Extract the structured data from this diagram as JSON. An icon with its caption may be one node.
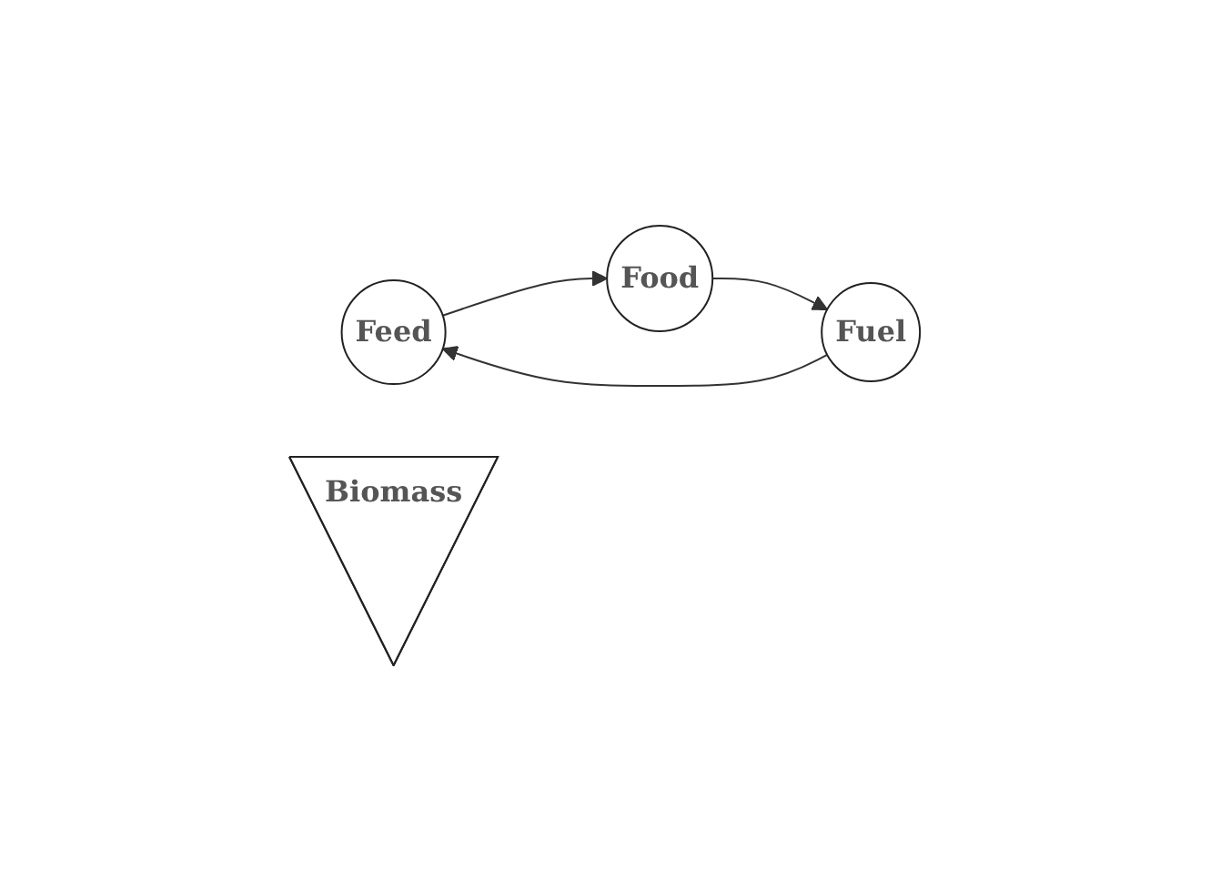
{
  "diagram": {
    "nodes": [
      {
        "text": [
          "Feed"
        ]
      },
      {
        "text": [
          "Food"
        ]
      },
      {
        "text": [
          "Biomass"
        ]
      },
      {
        "text": [
          "Fuel"
        ]
      }
    ],
    "edges": [
      {
        "from": 0,
        "to": 1,
        "arrow": "to"
      },
      {
        "from": 1,
        "to": 3,
        "arrow": "to"
      },
      {
        "from": 3,
        "to": 0,
        "arrow": "to"
      }
    ]
  }
}
